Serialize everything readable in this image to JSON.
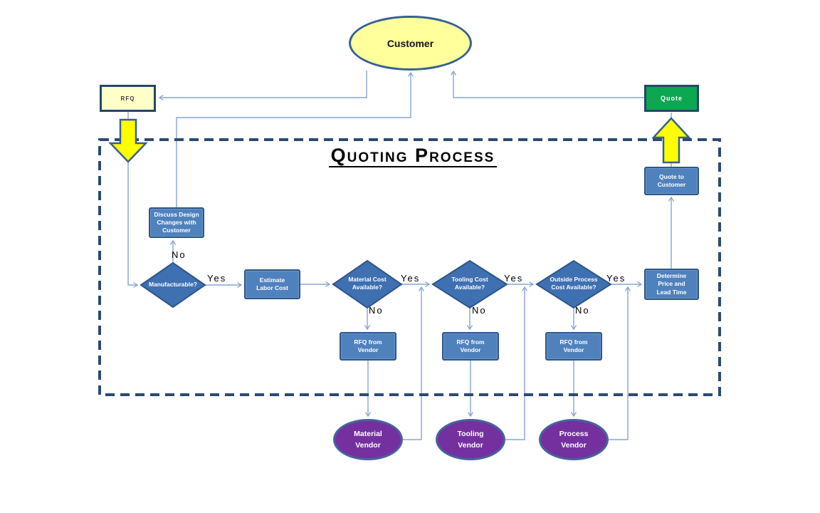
{
  "diagram": {
    "title": "Quoting Process"
  },
  "nodes": {
    "customer": {
      "label": "Customer",
      "type": "terminator"
    },
    "rfq": {
      "label": "RFQ",
      "type": "input"
    },
    "quote": {
      "label": "Quote",
      "type": "output"
    },
    "discuss_design": {
      "label": "Discuss Design\nChanges with\nCustomer",
      "type": "process"
    },
    "manufacturable": {
      "label": "Manufacturable?",
      "type": "decision"
    },
    "estimate_labor": {
      "label": "Estimate\nLabor Cost",
      "type": "process"
    },
    "material_cost": {
      "label": "Material Cost\nAvailable?",
      "type": "decision"
    },
    "tooling_cost": {
      "label": "Tooling Cost\nAvailable?",
      "type": "decision"
    },
    "outside_process": {
      "label": "Outside Process\nCost Available?",
      "type": "decision"
    },
    "determine_price": {
      "label": "Determine\nPrice and\nLead Time",
      "type": "process"
    },
    "quote_to_customer": {
      "label": "Quote to\nCustomer",
      "type": "process"
    },
    "rfq_vendor_material": {
      "label": "RFQ from\nVendor",
      "type": "process"
    },
    "rfq_vendor_tooling": {
      "label": "RFQ from\nVendor",
      "type": "process"
    },
    "rfq_vendor_process": {
      "label": "RFQ from\nVendor",
      "type": "process"
    },
    "material_vendor": {
      "label": "Material\nVendor",
      "type": "external"
    },
    "tooling_vendor": {
      "label": "Tooling\nVendor",
      "type": "external"
    },
    "process_vendor": {
      "label": "Process\nVendor",
      "type": "external"
    }
  },
  "edge_labels": {
    "manufacturable_yes": "Yes",
    "manufacturable_no": "No",
    "material_yes": "Yes",
    "material_no": "No",
    "tooling_yes": "Yes",
    "tooling_no": "No",
    "outside_yes": "Yes",
    "outside_no": "No"
  },
  "edges": [
    {
      "from": "Customer",
      "to": "RFQ"
    },
    {
      "from": "RFQ",
      "to": "Manufacturable?"
    },
    {
      "from": "Manufacturable?",
      "to": "Discuss Design Changes with Customer",
      "label": "No"
    },
    {
      "from": "Discuss Design Changes with Customer",
      "to": "Customer"
    },
    {
      "from": "Manufacturable?",
      "to": "Estimate Labor Cost",
      "label": "Yes"
    },
    {
      "from": "Estimate Labor Cost",
      "to": "Material Cost Available?"
    },
    {
      "from": "Material Cost Available?",
      "to": "Tooling Cost Available?",
      "label": "Yes"
    },
    {
      "from": "Material Cost Available?",
      "to": "RFQ from Vendor",
      "label": "No"
    },
    {
      "from": "RFQ from Vendor",
      "to": "Material Vendor"
    },
    {
      "from": "Material Vendor",
      "to": "Tooling Cost Available?"
    },
    {
      "from": "Tooling Cost Available?",
      "to": "Outside Process Cost Available?",
      "label": "Yes"
    },
    {
      "from": "Tooling Cost Available?",
      "to": "RFQ from Vendor",
      "label": "No"
    },
    {
      "from": "RFQ from Vendor",
      "to": "Tooling Vendor"
    },
    {
      "from": "Tooling Vendor",
      "to": "Outside Process Cost Available?"
    },
    {
      "from": "Outside Process Cost Available?",
      "to": "Determine Price and Lead Time",
      "label": "Yes"
    },
    {
      "from": "Outside Process Cost Available?",
      "to": "RFQ from Vendor",
      "label": "No"
    },
    {
      "from": "RFQ from Vendor",
      "to": "Process Vendor"
    },
    {
      "from": "Process Vendor",
      "to": "Determine Price and Lead Time"
    },
    {
      "from": "Determine Price and Lead Time",
      "to": "Quote to Customer"
    },
    {
      "from": "Quote to Customer",
      "to": "Quote"
    }
  ],
  "colors": {
    "process_fill": "#4F81BD",
    "process_border": "#2E5688",
    "decision_fill": "#3E70B2",
    "vendor_fill": "#7530A0",
    "vendor_border": "#46639C",
    "customer_fill": "#FFFF9C",
    "rfq_fill": "#FFFFC9",
    "quote_fill": "#0CA750",
    "block_arrow_fill": "#FFFF00",
    "connector": "#85A5D2",
    "boundary": "#2C4A72"
  }
}
